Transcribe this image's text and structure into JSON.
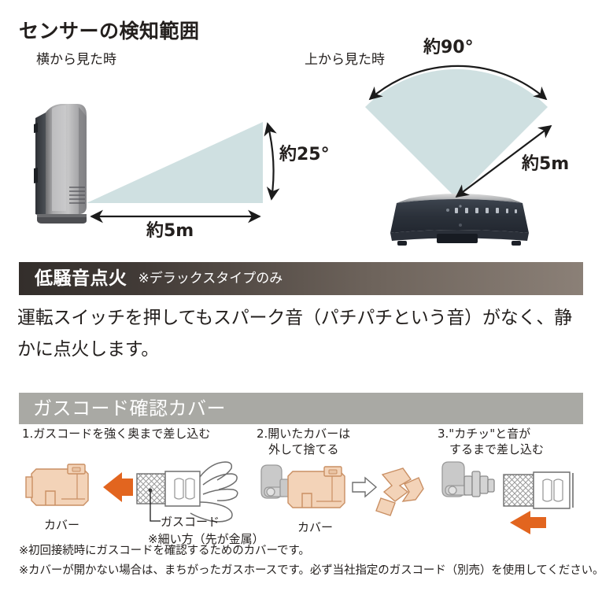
{
  "sensor_section": {
    "title": "センサーの検知範囲",
    "side_view_label": "横から見た時",
    "top_view_label": "上から見た時",
    "measurements": {
      "side_angle": "約25°",
      "side_distance": "約5m",
      "top_angle": "約90°",
      "top_distance": "約5m"
    },
    "cone_color": "#cfe0e1"
  },
  "quiet_section": {
    "bar_title": "低騒音点火",
    "bar_note": "※デラックスタイプのみ",
    "body": "運転スイッチを押してもスパーク音（パチパチという音）がなく、静かに点火します。",
    "bar_color_start": "#332e2b",
    "bar_color_end": "#8b8077"
  },
  "gascord_section": {
    "bar_title": "ガスコード確認カバー",
    "bar_color": "#a9a9a4",
    "steps": [
      {
        "label": "1.ガスコードを強く奥まで差し込む",
        "captions": {
          "cover": "カバー",
          "cord": "ガスコード",
          "cord_note": "※細い方（先が金属）"
        }
      },
      {
        "label": "2.開いたカバーは\n　外して捨てる",
        "captions": {
          "cover": "カバー"
        }
      },
      {
        "label": "3.\"カチッ\"と音が\n　するまで差し込む",
        "captions": {}
      }
    ],
    "notes": [
      "※初回接続時にガスコードを確認するためのカバーです。",
      "※カバーが開かない場合は、まちがったガスホースです。必ず当社指定のガスコード（別売）を使用してください。"
    ],
    "arrow_color": "#e2651f",
    "cover_color": "#f2d2b6"
  }
}
